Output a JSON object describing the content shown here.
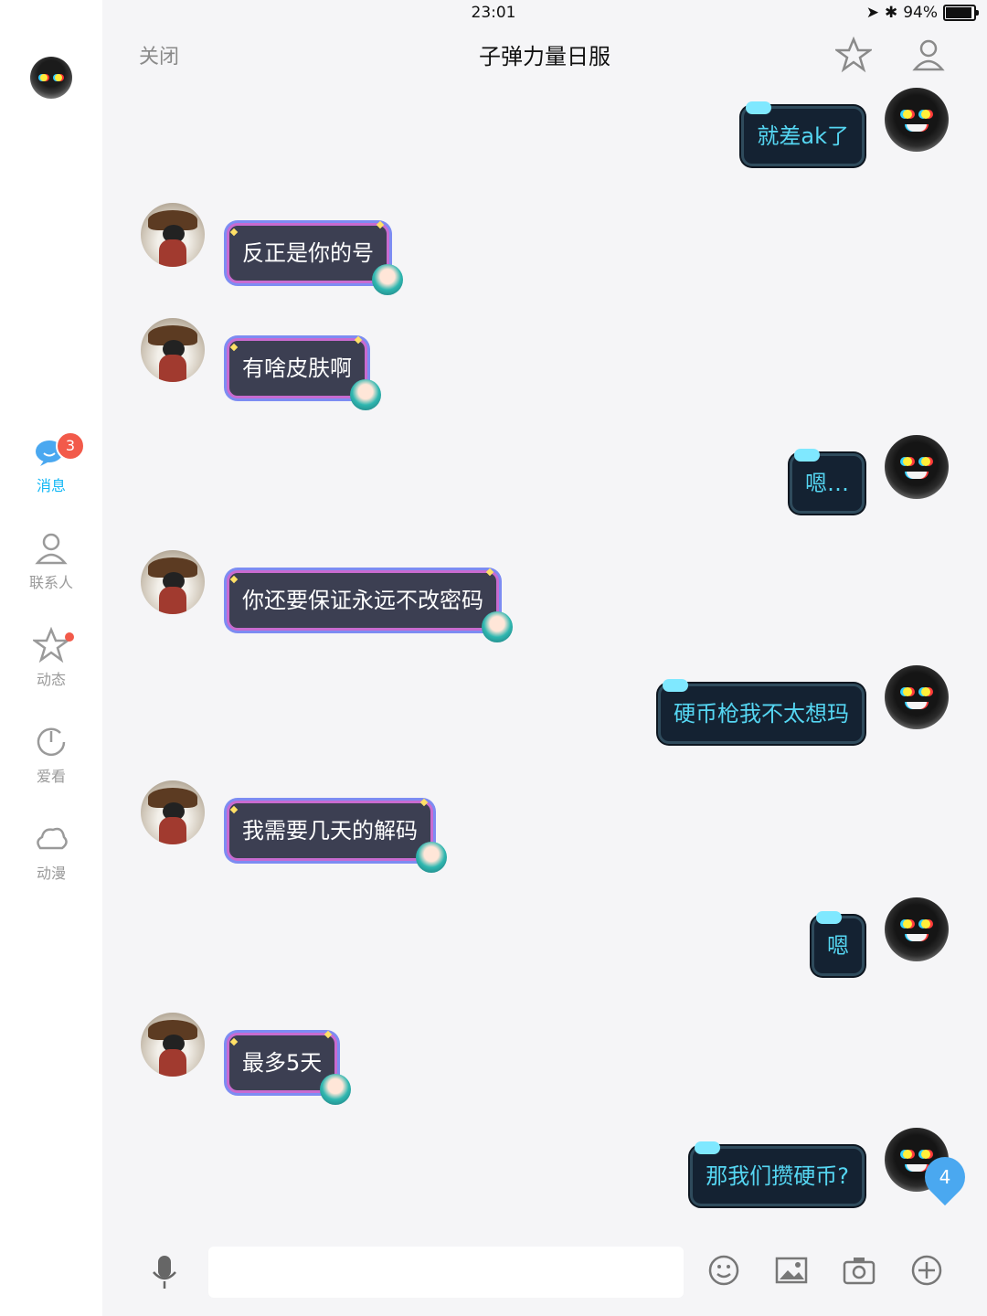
{
  "status": {
    "device": "iPad",
    "time": "23:01",
    "battery": "94%"
  },
  "sidebar": {
    "items": [
      {
        "label": "消息",
        "badge": "3",
        "active": true
      },
      {
        "label": "联系人"
      },
      {
        "label": "动态",
        "dot": true
      },
      {
        "label": "爱看"
      },
      {
        "label": "动漫"
      }
    ]
  },
  "header": {
    "close": "关闭",
    "title": "子弹力量日服"
  },
  "messages": [
    {
      "from": "me",
      "text": "就差ak了"
    },
    {
      "from": "other",
      "text": "反正是你的号"
    },
    {
      "from": "other",
      "text": "有啥皮肤啊"
    },
    {
      "from": "me",
      "text": "嗯…"
    },
    {
      "from": "other",
      "text": "你还要保证永远不改密码"
    },
    {
      "from": "me",
      "text": "硬币枪我不太想玛"
    },
    {
      "from": "other",
      "text": "我需要几天的解码"
    },
    {
      "from": "me",
      "text": "嗯"
    },
    {
      "from": "other",
      "text": "最多5天"
    },
    {
      "from": "me",
      "text": "那我们攒硬币?"
    }
  ],
  "unread_count": "4",
  "input": {
    "placeholder": ""
  }
}
